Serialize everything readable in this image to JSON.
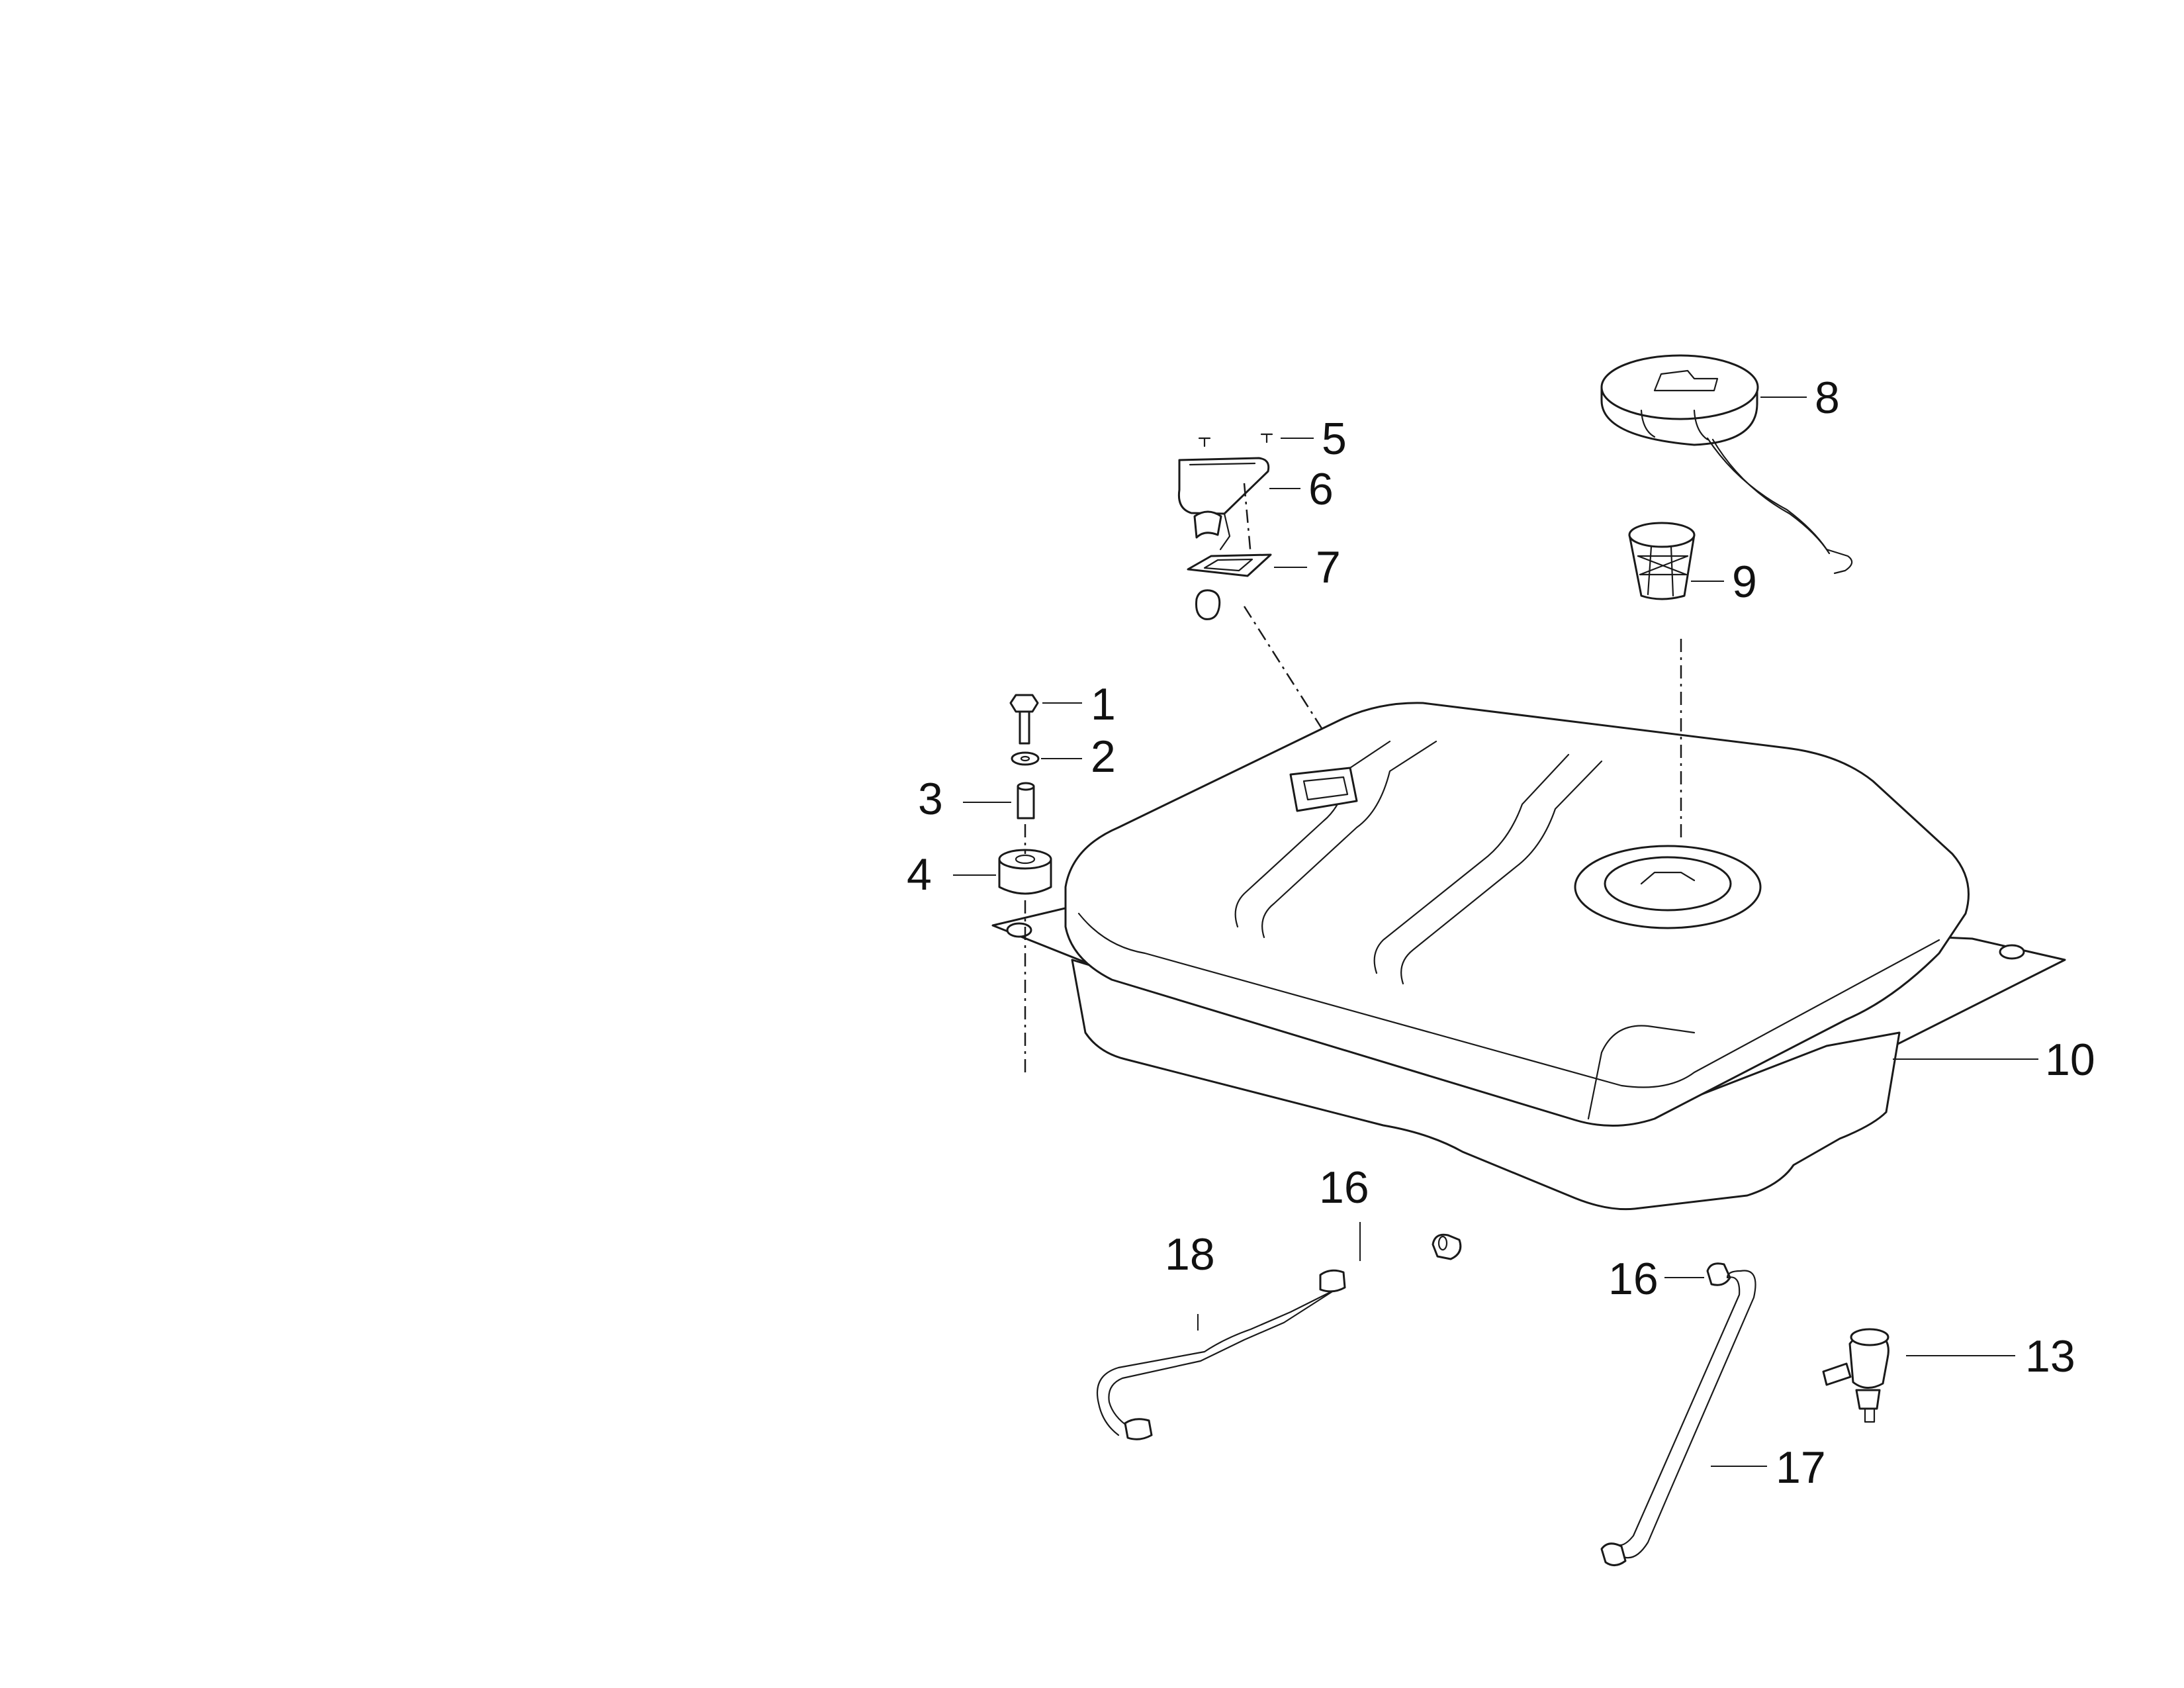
{
  "callouts": [
    {
      "id": "c1",
      "text": "1"
    },
    {
      "id": "c2",
      "text": "2"
    },
    {
      "id": "c3",
      "text": "3"
    },
    {
      "id": "c4",
      "text": "4"
    },
    {
      "id": "c5",
      "text": "5"
    },
    {
      "id": "c6",
      "text": "6"
    },
    {
      "id": "c7",
      "text": "7"
    },
    {
      "id": "c8",
      "text": "8"
    },
    {
      "id": "c9",
      "text": "9"
    },
    {
      "id": "c10",
      "text": "10"
    },
    {
      "id": "c13",
      "text": "13"
    },
    {
      "id": "c16a",
      "text": "16"
    },
    {
      "id": "c16b",
      "text": "16"
    },
    {
      "id": "c17",
      "text": "17"
    },
    {
      "id": "c18",
      "text": "18"
    }
  ],
  "colors": {
    "line": "#1a1a1a",
    "text": "#111111",
    "background": "#ffffff"
  }
}
